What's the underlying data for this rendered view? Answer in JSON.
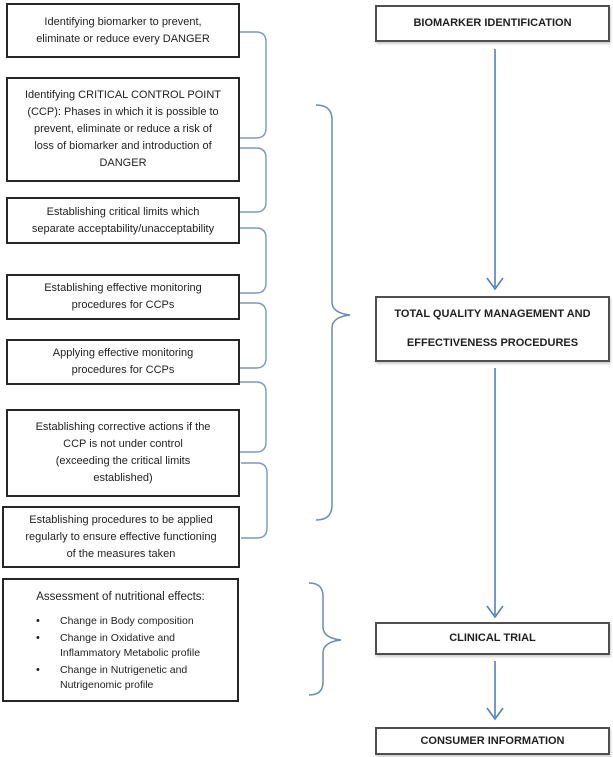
{
  "left_boxes": [
    {
      "text": "Identifying biomarker to prevent,\neliminate or reduce every DANGER"
    },
    {
      "text": "Identifying CRITICAL CONTROL POINT\n(CCP): Phases in which it is possible to\nprevent, eliminate or reduce a risk of\nloss of biomarker and introduction of\nDANGER"
    },
    {
      "text": "Establishing critical limits which\nseparate acceptability/unacceptability"
    },
    {
      "text": "Establishing effective monitoring\nprocedures for CCPs"
    },
    {
      "text": "Applying effective monitoring\nprocedures for CCPs"
    },
    {
      "text": "Establishing corrective actions if the\nCCP is not under control\n(exceeding the critical limits\nestablished)"
    },
    {
      "text": "Establishing procedures to be applied\nregularly to ensure effective functioning\nof the measures taken"
    }
  ],
  "assessment_box": {
    "header": "Assessment of nutritional effects:",
    "bullet_char": "•",
    "bullets": [
      "Change in Body composition",
      "Change in Oxidative and\nInflammatory Metabolic profile",
      "Change in Nutrigenetic and\nNutrigenomic profile"
    ]
  },
  "right_boxes": {
    "biomarker": {
      "label": "BIOMARKER IDENTIFICATION"
    },
    "total_quality": {
      "label_line1": "TOTAL QUALITY MANAGEMENT AND",
      "label_line2": "EFFECTIVENESS PROCEDURES"
    },
    "clinical": {
      "label": "CLINICAL TRIAL"
    },
    "consumer": {
      "label": "CONSUMER INFORMATION"
    }
  },
  "colors": {
    "arrow_blue": "#4f81bd",
    "connector_blue": "#7c99bb",
    "brace_blue": "#6d8cb0",
    "left_box_border": "#262626",
    "right_box_border": "#4f4f4f"
  }
}
